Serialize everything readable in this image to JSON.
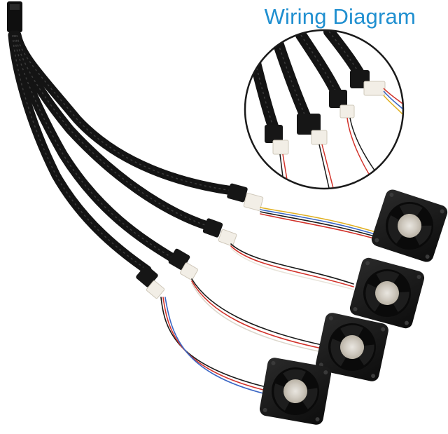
{
  "title": "Wiring Diagram",
  "colors": {
    "title": "#1f8fd0",
    "cable": "#151515",
    "fan_body": "#111111",
    "connector": "#f2eee6",
    "wire_red": "#d2332b",
    "wire_yellow": "#e0b021",
    "wire_blue": "#3a66c4",
    "wire_black": "#1a1a1a"
  },
  "icons": [
    "y-splitter-cable",
    "fan-icon",
    "connector-icon",
    "zoom-inset-circle"
  ]
}
